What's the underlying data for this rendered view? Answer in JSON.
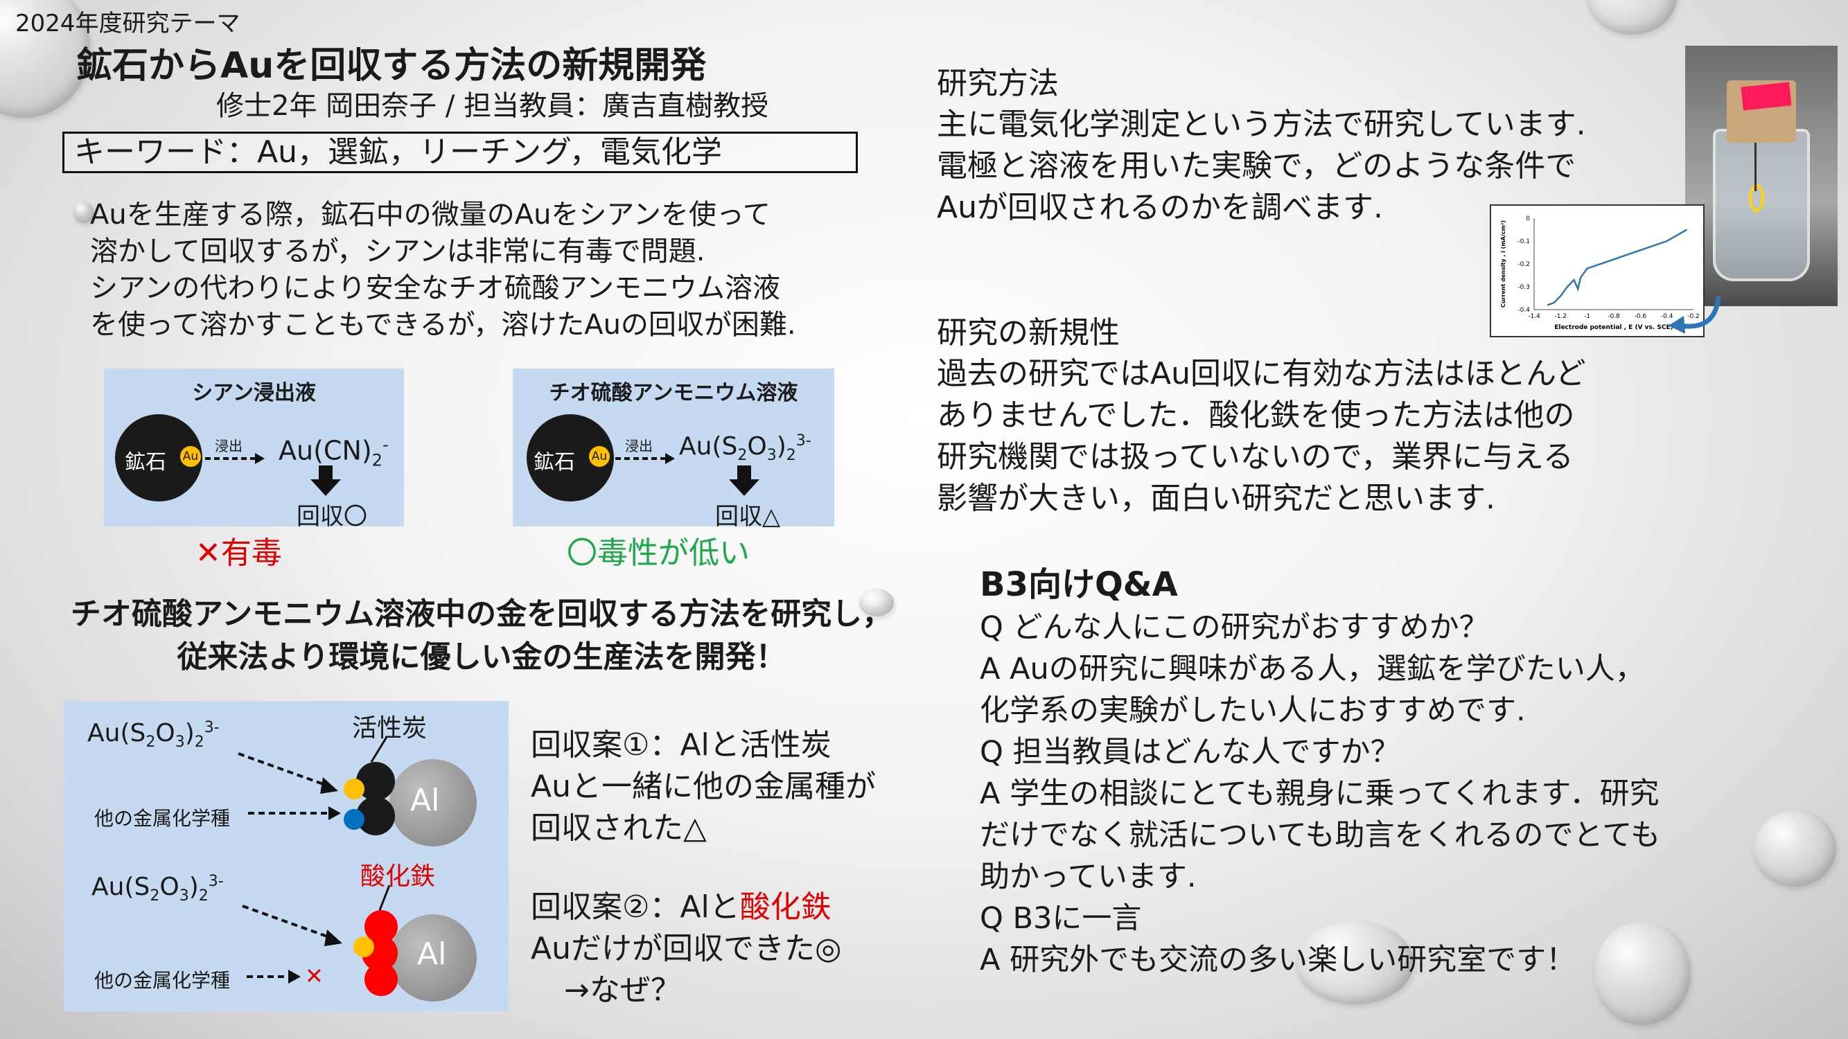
{
  "header": {
    "tag": "2024年度研究テーマ",
    "title": "鉱石からAuを回収する方法の新規開発",
    "author": "修士2年 岡田奈子 / 担当教員：廣吉直樹教授",
    "keywords": "キーワード：Au，選鉱，リーチング，電気化学"
  },
  "intro": {
    "lines": [
      "Auを生産する際，鉱石中の微量のAuをシアンを使って",
      "溶かして回収するが，シアンは非常に有毒で問題.",
      "シアンの代わりにより安全なチオ硫酸アンモニウム溶液",
      "を使って溶かすこともできるが，溶けたAuの回収が困難."
    ]
  },
  "diagram_cyanide": {
    "title": "シアン浸出液",
    "ore": "鉱石",
    "au": "Au",
    "arrow_label": "浸出",
    "product": "Au(CN)",
    "product_sub": "2",
    "product_sup": "-",
    "recovery": "回収〇",
    "verdict": "✕有毒",
    "verdict_color": "#e00000"
  },
  "diagram_thio": {
    "title": "チオ硫酸アンモニウム溶液",
    "ore": "鉱石",
    "au": "Au",
    "arrow_label": "浸出",
    "product_parts": [
      "Au(S",
      "2",
      "O",
      "3",
      ")",
      "2",
      "3-"
    ],
    "recovery": "回収△",
    "verdict": "〇毒性が低い",
    "verdict_color": "#1fa84a"
  },
  "goal": {
    "line1": "チオ硫酸アンモニウム溶液中の金を回収する方法を研究し，",
    "line2": "従来法より環境に優しい金の生産法を開発！"
  },
  "recovery_diagram": {
    "complex": [
      "Au(S",
      "2",
      "O",
      "3",
      ")",
      "2",
      "3-"
    ],
    "activated_carbon": "活性炭",
    "other_metals": "他の金属化学種",
    "al": "Al",
    "iron_oxide": "酸化鉄",
    "cross": "✕"
  },
  "plans": {
    "plan1": [
      "回収案①：Alと活性炭",
      "Auと一緒に他の金属種が",
      "回収された△"
    ],
    "plan2_prefix": "回収案②：Alと",
    "plan2_highlight": "酸化鉄",
    "plan2_rest": [
      "Auだけが回収できた◎",
      "→なぜ？"
    ]
  },
  "method": {
    "heading": "研究方法",
    "lines": [
      "主に電気化学測定という方法で研究しています.",
      "電極と溶液を用いた実験で，どのような条件で",
      "Auが回収されるのかを調べます."
    ]
  },
  "novelty": {
    "heading": "研究の新規性",
    "lines": [
      "過去の研究ではAu回収に有効な方法はほとんど",
      "ありませんでした．酸化鉄を使った方法は他の",
      "研究機関では扱っていないので，業界に与える",
      "影響が大きい，面白い研究だと思います."
    ]
  },
  "qa": {
    "heading": "B3向けQ&A",
    "lines": [
      "Q どんな人にこの研究がおすすめか？",
      "A Auの研究に興味がある人，選鉱を学びたい人，",
      "化学系の実験がしたい人におすすめです.",
      "Q 担当教員はどんな人ですか？",
      "A 学生の相談にとても親身に乗ってくれます．研究",
      "だけでなく就活についても助言をくれるのでとても",
      "助かっています.",
      "Q B3に一言",
      "A 研究外でも交流の多い楽しい研究室です！"
    ]
  },
  "chart_data": {
    "type": "line",
    "xlabel": "Electrode potential , E (V vs. SCE)",
    "ylabel": "Current density , i (mA/cm²)",
    "xticks": [
      "-1.4",
      "-1.2",
      "-1",
      "-0.8",
      "-0.6",
      "-0.4",
      "-0.2"
    ],
    "yticks": [
      "0",
      "-0.1",
      "-0.2",
      "-0.3",
      "-0.4"
    ],
    "xlim": [
      -1.4,
      -0.2
    ],
    "ylim": [
      -0.4,
      0
    ],
    "series": [
      {
        "x": [
          -1.3,
          -1.25,
          -1.2,
          -1.15,
          -1.1,
          -1.07,
          -1.05,
          -1.0,
          -0.9,
          -0.8,
          -0.6,
          -0.4,
          -0.25
        ],
        "y": [
          -0.38,
          -0.37,
          -0.34,
          -0.3,
          -0.27,
          -0.31,
          -0.26,
          -0.22,
          -0.2,
          -0.18,
          -0.14,
          -0.1,
          -0.05
        ]
      }
    ]
  },
  "colors": {
    "panel": "#c5d9f1",
    "gold": "#ffc000",
    "blue_dot": "#0070c0",
    "iron": "#ff0000",
    "line": "#2e75b6",
    "arrow": "#2e75b6"
  }
}
